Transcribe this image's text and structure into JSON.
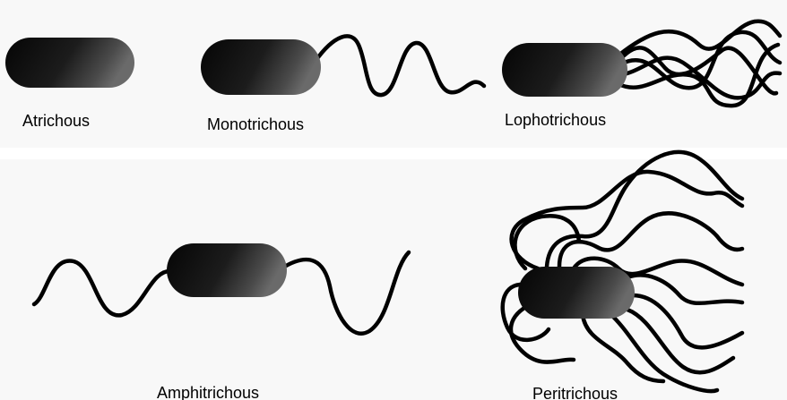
{
  "colors": {
    "background": "#ffffff",
    "panel_background": "#f8f8f8",
    "cell_dark": "#0b0b0b",
    "cell_light": "#5a5a5a",
    "flagellum": "#000000"
  },
  "labels": {
    "atrichous": "Atrichous",
    "monotrichous": "Monotrichous",
    "lophotrichous": "Lophotrichous",
    "amphitrichous": "Amphitrichous",
    "peritrichous": "Peritrichous"
  }
}
